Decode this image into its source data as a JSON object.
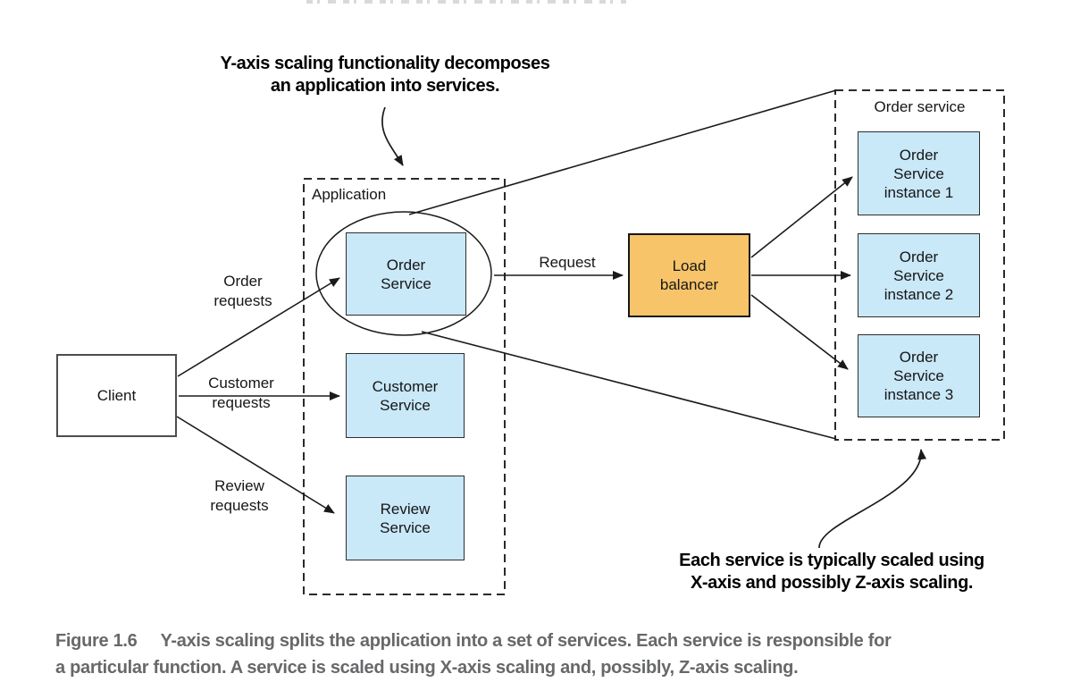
{
  "annotations": {
    "y_axis": {
      "line1": "Y-axis scaling functionality decomposes",
      "line2": "an application into services."
    },
    "scaling": {
      "line1": "Each service is typically scaled using",
      "line2": "X-axis and possibly Z-axis scaling."
    }
  },
  "nodes": {
    "client": "Client",
    "application_label": "Application",
    "order_service": [
      "Order",
      "Service"
    ],
    "customer_service": [
      "Customer",
      "Service"
    ],
    "review_service": [
      "Review",
      "Service"
    ],
    "load_balancer": [
      "Load",
      "balancer"
    ],
    "order_service_group_label": "Order service",
    "instance_1": [
      "Order",
      "Service",
      "instance 1"
    ],
    "instance_2": [
      "Order",
      "Service",
      "instance 2"
    ],
    "instance_3": [
      "Order",
      "Service",
      "instance 3"
    ]
  },
  "edge_labels": {
    "order_requests": [
      "Order",
      "requests"
    ],
    "customer_requests": [
      "Customer",
      "requests"
    ],
    "review_requests": [
      "Review",
      "requests"
    ],
    "request": "Request"
  },
  "caption": {
    "label": "Figure 1.6",
    "line1": "Y-axis scaling splits the application into a set of services. Each service is responsible for",
    "line2": "a particular function. A service is scaled using X-axis scaling and, possibly, Z-axis scaling."
  },
  "colors": {
    "service_box_fill": "#c9e8f8",
    "load_balancer_fill": "#f7c46a",
    "line_color": "#1a1a1a",
    "caption_text": "#67686a"
  }
}
